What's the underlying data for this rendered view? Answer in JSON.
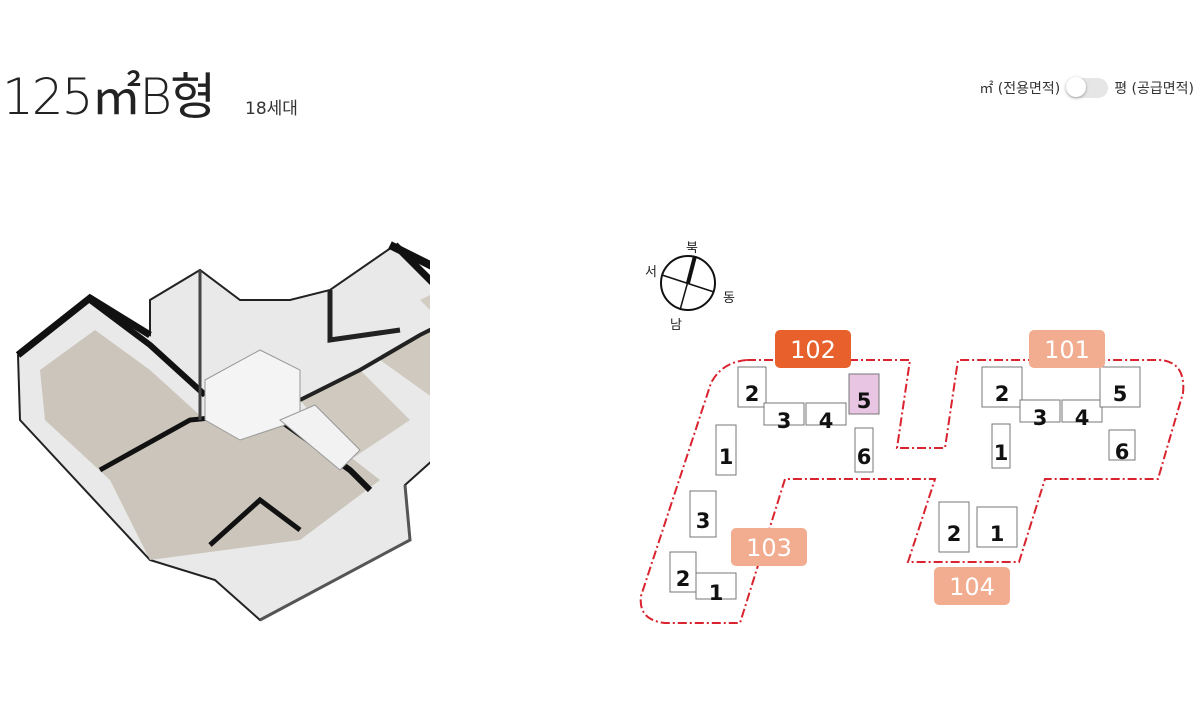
{
  "header": {
    "title": "125㎡B형",
    "units": "18세대"
  },
  "area_toggle": {
    "left_label": "㎡ (전용면적)",
    "right_label": "평 (공급면적)",
    "state": "off"
  },
  "compass": {
    "north": "북",
    "west": "서",
    "east": "동",
    "south": "남"
  },
  "site_plan": {
    "outline_color": "#d9232e",
    "highlight_color": "#e8c5e3",
    "buildings": [
      {
        "label": "102",
        "selected": true,
        "color": "#e8612c",
        "lines": [
          "2",
          "3",
          "4",
          "5",
          "1",
          "6"
        ],
        "highlighted_line": "5"
      },
      {
        "label": "101",
        "selected": false,
        "color": "#f2ac8f",
        "lines": [
          "2",
          "3",
          "4",
          "5",
          "1",
          "6"
        ]
      },
      {
        "label": "103",
        "selected": false,
        "color": "#f2ac8f",
        "lines": [
          "3",
          "2",
          "1"
        ]
      },
      {
        "label": "104",
        "selected": false,
        "color": "#f2ac8f",
        "lines": [
          "2",
          "1"
        ]
      }
    ]
  }
}
